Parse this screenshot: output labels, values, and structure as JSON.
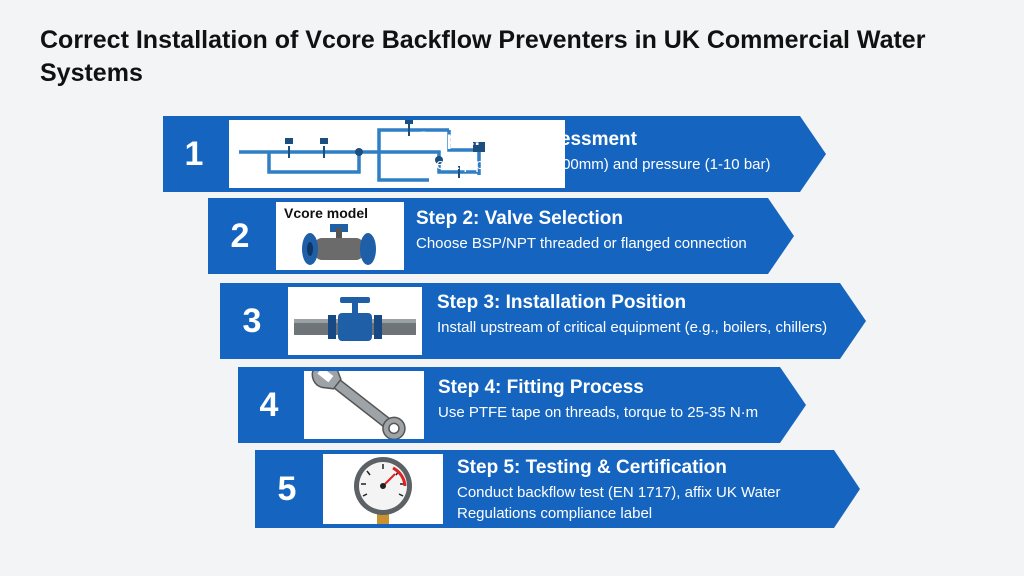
{
  "title": "Correct Installation of Vcore Backflow Preventers in UK Commercial Water Systems",
  "colors": {
    "step_blue": "#1565c0",
    "panel_white": "#ffffff",
    "pipe_blue": "#2f7fc6"
  },
  "steps": [
    {
      "number": "1",
      "title": "Step 1: Site Assessment",
      "description": "Check pipe size (15-100mm) and pressure (1-10 bar)",
      "icon": "pipe-network-icon"
    },
    {
      "number": "2",
      "title": "Step 2: Valve Selection",
      "description": "Choose BSP/NPT threaded or flanged connection",
      "icon": "valve-icon",
      "image_label": "Vcore model"
    },
    {
      "number": "3",
      "title": "Step 3: Installation Position",
      "description": "Install upstream of critical equipment (e.g., boilers, chillers)",
      "icon": "inline-valve-icon"
    },
    {
      "number": "4",
      "title": "Step 4: Fitting Process",
      "description": "Use PTFE tape on threads, torque to 25-35 N·m",
      "icon": "wrench-icon"
    },
    {
      "number": "5",
      "title": "Step 5: Testing & Certification",
      "description": "Conduct backflow test (EN 1717), affix UK Water Regulations compliance label",
      "icon": "pressure-gauge-icon"
    }
  ]
}
